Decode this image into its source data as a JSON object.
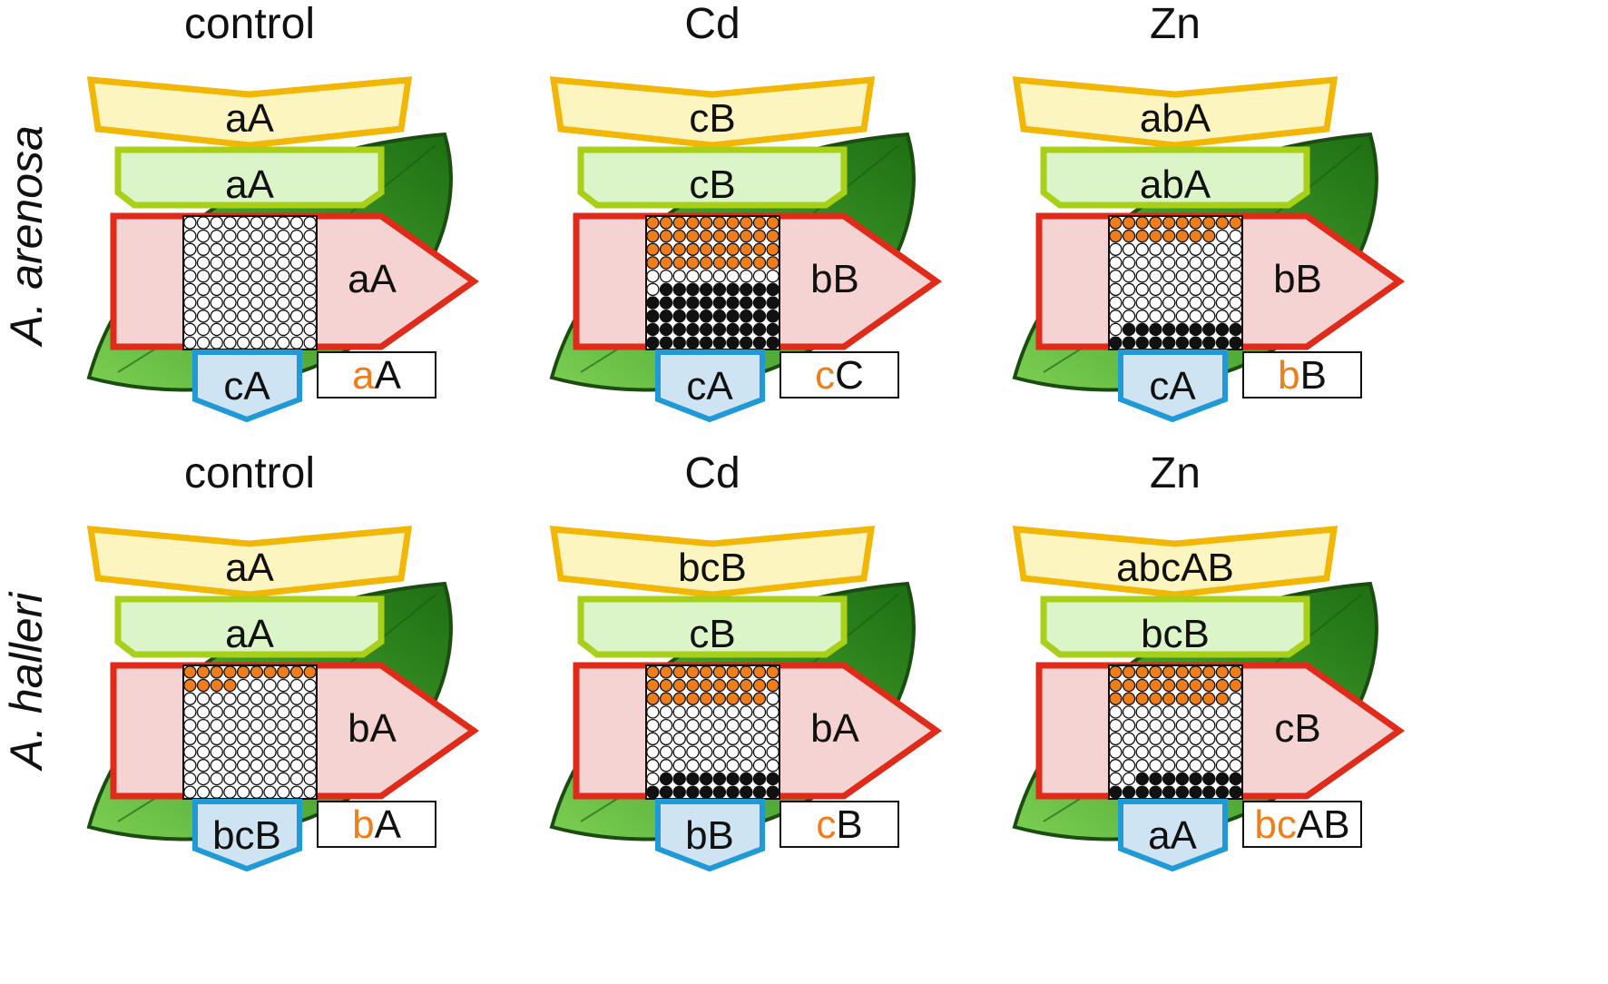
{
  "rows": [
    {
      "label_italic": "A.",
      "label_species": "arenosa",
      "panels": [
        {
          "treatment": "control",
          "layer1": "aA",
          "layer2": "aA",
          "layer3": "aA",
          "layer4": "cA",
          "box_colored": "a",
          "box_plain": "A",
          "cells": {
            "cols": 10,
            "rows": 10,
            "orange": 0,
            "black": 0
          }
        },
        {
          "treatment": "Cd",
          "layer1": "cB",
          "layer2": "cB",
          "layer3": "bB",
          "layer4": "cA",
          "box_colored": "c",
          "box_plain": "C",
          "cells": {
            "cols": 10,
            "rows": 10,
            "orange": 40,
            "black": 49
          }
        },
        {
          "treatment": "Zn",
          "layer1": "abA",
          "layer2": "abA",
          "layer3": "bB",
          "layer4": "cA",
          "box_colored": "b",
          "box_plain": "B",
          "cells": {
            "cols": 10,
            "rows": 10,
            "orange": 18,
            "black": 19
          }
        }
      ]
    },
    {
      "label_italic": "A.",
      "label_species": "halleri",
      "panels": [
        {
          "treatment": "control",
          "layer1": "aA",
          "layer2": "aA",
          "layer3": "bA",
          "layer4": "bcB",
          "box_colored": "b",
          "box_plain": "A",
          "cells": {
            "cols": 10,
            "rows": 10,
            "orange": 14,
            "black": 0
          }
        },
        {
          "treatment": "Cd",
          "layer1": "bcB",
          "layer2": "cB",
          "layer3": "bA",
          "layer4": "bB",
          "box_colored": "c",
          "box_plain": "B",
          "cells": {
            "cols": 10,
            "rows": 10,
            "orange": 29,
            "black": 19
          }
        },
        {
          "treatment": "Zn",
          "layer1": "abcAB",
          "layer2": "bcB",
          "layer3": "cB",
          "layer4": "aA",
          "box_colored": "bc",
          "box_plain": "AB",
          "cells": {
            "cols": 10,
            "rows": 10,
            "orange": 29,
            "black": 18
          }
        }
      ]
    }
  ],
  "colors": {
    "layer1_fill": "#fdf5c0",
    "layer1_stroke": "#f2b705",
    "layer2_fill": "#dcf5c8",
    "layer2_stroke": "#a8d018",
    "layer3_fill": "#f5d3d3",
    "layer3_stroke": "#e02a1a",
    "layer4_fill": "#cfe4f2",
    "layer4_stroke": "#1f9ad6",
    "leaf_dark": "#1e6e12",
    "leaf_light": "#7ccf52",
    "cell_orange": "#ee7d1c",
    "cell_black": "#111111",
    "cell_white": "#ffffff",
    "accent_text": "#ee7d1c"
  }
}
